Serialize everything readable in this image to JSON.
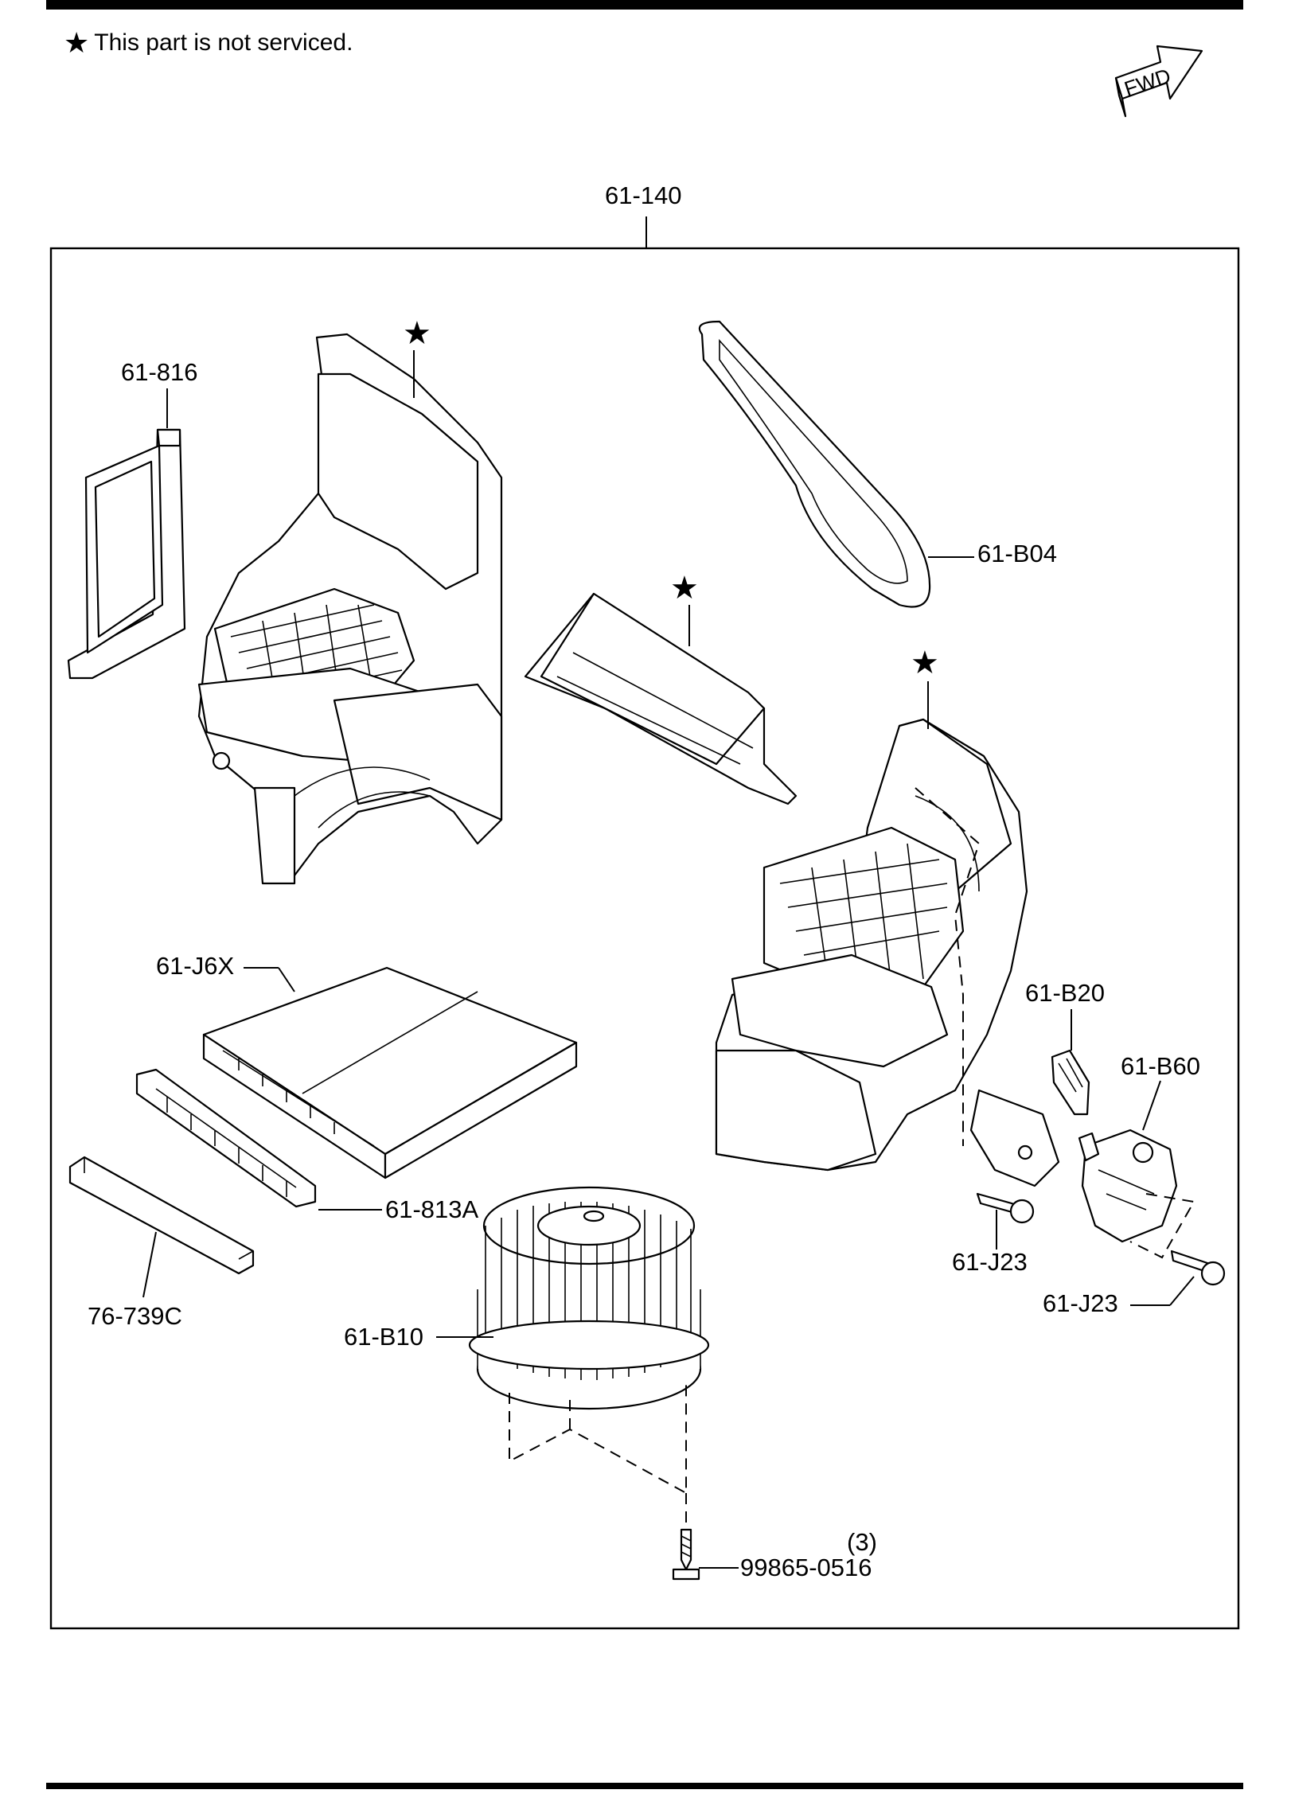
{
  "legend": {
    "symbol": "★",
    "text": "This part is not serviced."
  },
  "fwd_badge": "FWD",
  "assembly_label": "61-140",
  "part_labels": {
    "p61_816": "61-816",
    "p61_b04": "61-B04",
    "p61_j6x": "61-J6X",
    "p61_813a": "61-813A",
    "p76_739c": "76-739C",
    "p61_b10": "61-B10",
    "p61_b20": "61-B20",
    "p61_b60": "61-B60",
    "p61_j23_a": "61-J23",
    "p61_j23_b": "61-J23",
    "p99865_0516": "99865-0516",
    "p99865_0516_qty": "(3)"
  },
  "not_serviced_marker": "★"
}
